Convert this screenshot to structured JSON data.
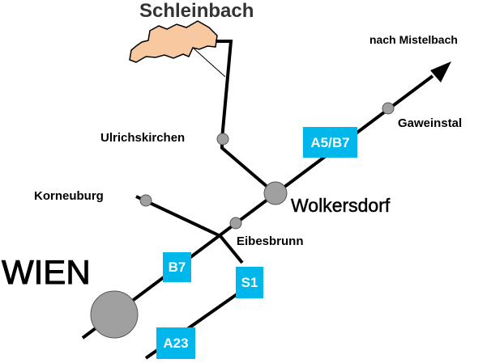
{
  "map": {
    "title_place": "Schleinbach",
    "destination": "nach Mistelbach",
    "places": {
      "wien": "WIEN",
      "wolkersdorf": "Wolkersdorf",
      "ulrichskirchen": "Ulrichskirchen",
      "korneuburg": "Korneuburg",
      "eibesbrunn": "Eibesbrunn",
      "gaweinstal": "Gaweinstal"
    },
    "roads": {
      "a5_b7": "A5/B7",
      "b7": "B7",
      "s1": "S1",
      "a23": "A23"
    },
    "colors": {
      "road_badge": "#00b7eb",
      "town_marker": "#a0a0a0",
      "town_area_fill": "#f8c9a0",
      "road_line": "#000000"
    },
    "icons": {
      "direction": "arrow-icon",
      "town": "circle-marker-icon"
    }
  }
}
